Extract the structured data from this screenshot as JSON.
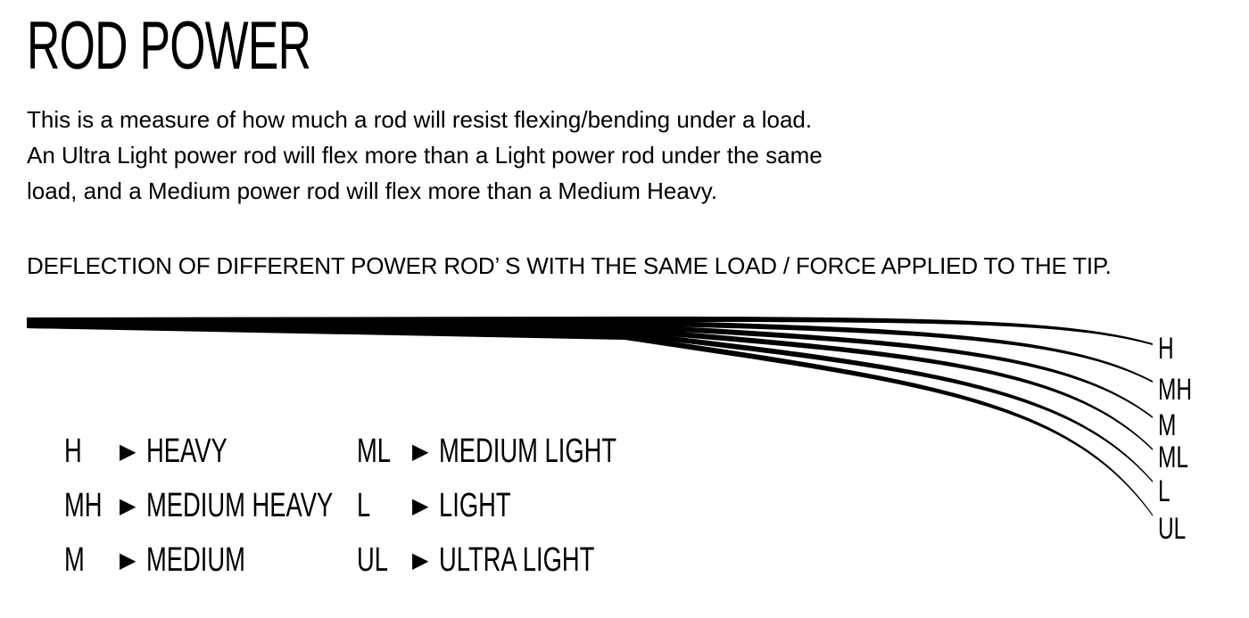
{
  "title": "ROD POWER",
  "description": [
    "This is a measure of how much a rod will resist flexing/bending under a load.",
    "An Ultra Light power rod will flex more than a Light power rod under the same",
    "load, and a Medium power rod will flex more than a Medium Heavy."
  ],
  "subtitle": "DEFLECTION OF DIFFERENT POWER ROD’ S WITH THE SAME LOAD / FORCE APPLIED TO THE TIP.",
  "rods": [
    {
      "label": "H"
    },
    {
      "label": "MH"
    },
    {
      "label": "M"
    },
    {
      "label": "ML"
    },
    {
      "label": "L"
    },
    {
      "label": "UL"
    }
  ],
  "legend": {
    "arrow": "▶",
    "items": [
      {
        "abbr": "H",
        "name": "HEAVY"
      },
      {
        "abbr": "MH",
        "name": "MEDIUM HEAVY"
      },
      {
        "abbr": "M",
        "name": "MEDIUM"
      },
      {
        "abbr": "ML",
        "name": "MEDIUM LIGHT"
      },
      {
        "abbr": "L",
        "name": "LIGHT"
      },
      {
        "abbr": "UL",
        "name": "ULTRA LIGHT"
      }
    ]
  },
  "colors": {
    "ink": "#000000",
    "background": "#ffffff"
  }
}
